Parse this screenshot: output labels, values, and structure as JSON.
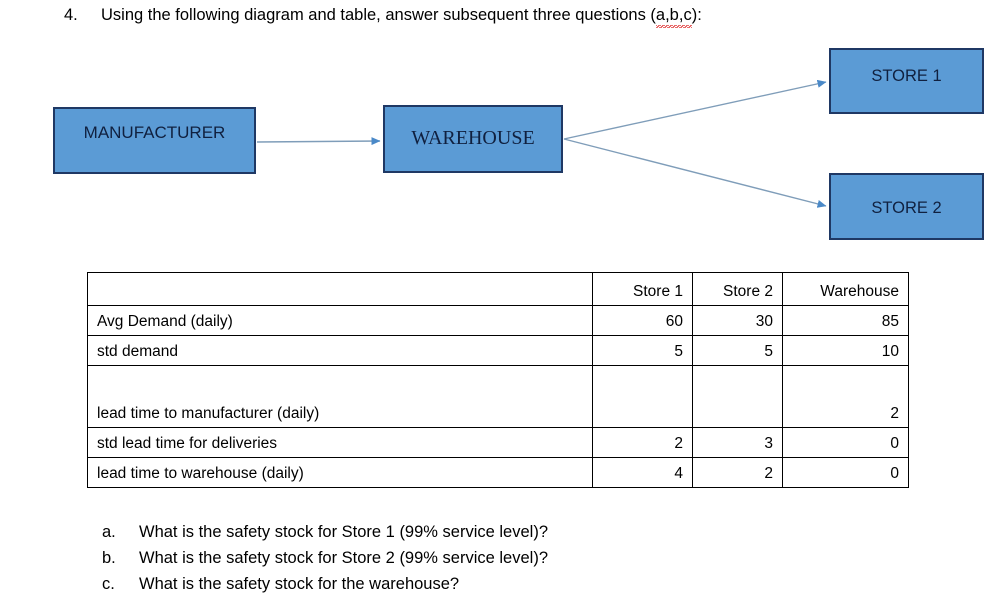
{
  "question": {
    "number": "4.",
    "text_before": "Using the following diagram and  table, answer subsequent three questions (",
    "misspelled": "a,b,c",
    "text_after": "):"
  },
  "diagram": {
    "nodes": [
      {
        "id": "manufacturer",
        "label": "MANUFACTURER"
      },
      {
        "id": "warehouse",
        "label": "WAREHOUSE"
      },
      {
        "id": "store1",
        "label": "STORE 1"
      },
      {
        "id": "store2",
        "label": "STORE 2"
      }
    ],
    "edges": [
      {
        "from": "manufacturer",
        "to": "warehouse"
      },
      {
        "from": "warehouse",
        "to": "store1"
      },
      {
        "from": "warehouse",
        "to": "store2"
      }
    ],
    "colors": {
      "node_fill": "#5B9BD5",
      "node_border": "#1F3864",
      "connector_line": "#7F9DB9",
      "arrow_head": "#4A89C8"
    }
  },
  "table": {
    "headers": [
      "",
      "Store 1",
      "Store 2",
      "Warehouse"
    ],
    "rows": [
      {
        "label": "Avg Demand (daily)",
        "store1": "60",
        "store2": "30",
        "warehouse": "85",
        "tall": false
      },
      {
        "label": "std demand",
        "store1": "5",
        "store2": "5",
        "warehouse": "10",
        "tall": false
      },
      {
        "label": "lead time to manufacturer (daily)",
        "store1": "",
        "store2": "",
        "warehouse": "2",
        "tall": true
      },
      {
        "label": "std lead time for deliveries",
        "store1": "2",
        "store2": "3",
        "warehouse": "0",
        "tall": false
      },
      {
        "label": "lead time to warehouse (daily)",
        "store1": "4",
        "store2": "2",
        "warehouse": "0",
        "tall": false
      }
    ]
  },
  "sub_questions": [
    {
      "marker": "a.",
      "text": "What is the safety stock for Store 1 (99% service level)?"
    },
    {
      "marker": "b.",
      "text": "What is the safety stock for Store 2 (99% service level)?"
    },
    {
      "marker": "c.",
      "text": "What is the safety stock for the warehouse?"
    }
  ]
}
